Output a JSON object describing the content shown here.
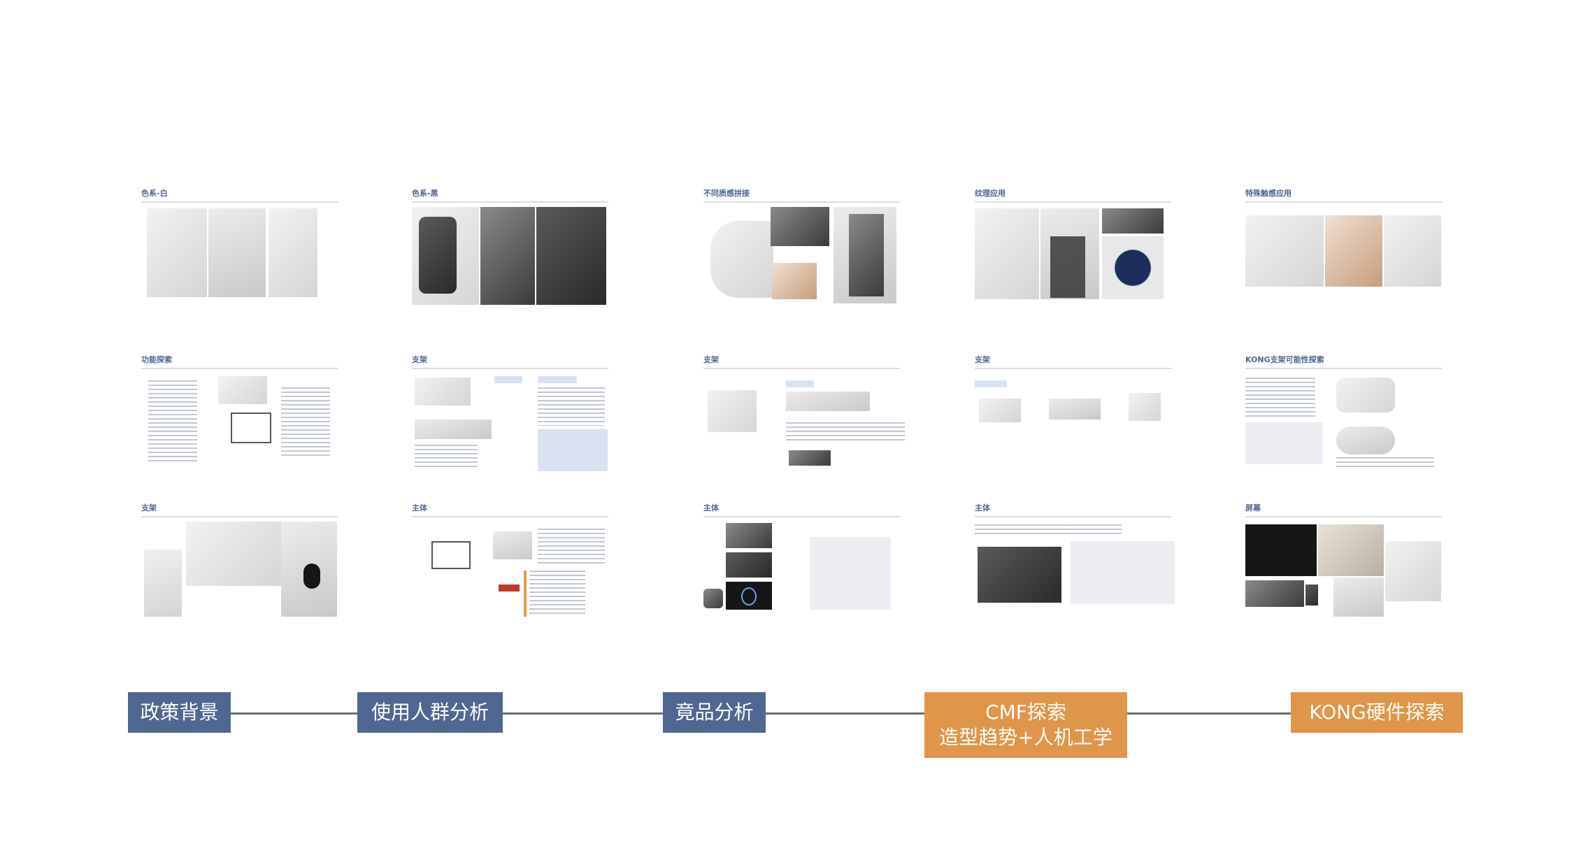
{
  "slides": {
    "row1": [
      "色系-白",
      "色系-黑",
      "不同质感拼接",
      "纹理应用",
      "特殊触感应用"
    ],
    "row2": [
      "功能探索",
      "支架",
      "支架",
      "支架",
      "KONG支架可能性探索"
    ],
    "row3": [
      "支架",
      "主体",
      "主体",
      "主体",
      "屏幕"
    ]
  },
  "timeline": {
    "steps": [
      {
        "label": "政策背景",
        "color": "#506791"
      },
      {
        "label": "使用人群分析",
        "color": "#506791"
      },
      {
        "label": "竟品分析",
        "color": "#506791"
      },
      {
        "label_line1": "CMF探索",
        "label_line2": "造型趋势+人机工学",
        "color": "#df954a"
      },
      {
        "label": "KONG硬件探索",
        "color": "#df954a"
      }
    ]
  }
}
